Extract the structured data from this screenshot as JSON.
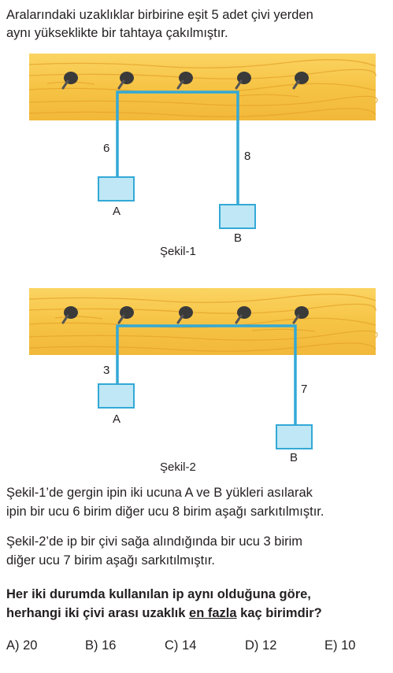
{
  "intro": {
    "line1": "Aralarındaki uzaklıklar birbirine eşit 5 adet çivi yerden",
    "line2": "aynı yükseklikte bir tahtaya çakılmıştır."
  },
  "figure1": {
    "caption": "Şekil-1",
    "left_length": "6",
    "right_length": "8",
    "left_weight": "A",
    "right_weight": "B"
  },
  "figure2": {
    "caption": "Şekil-2",
    "left_length": "3",
    "right_length": "7",
    "left_weight": "A",
    "right_weight": "B"
  },
  "paragraph1": {
    "line1": "Şekil-1’de gergin ipin iki ucuna A ve B yükleri asılarak",
    "line2": "ipin bir ucu 6 birim diğer ucu 8 birim aşağı sarkıtılmıştır."
  },
  "paragraph2": {
    "line1": "Şekil-2’de ip bir çivi sağa alındığında bir ucu 3 birim",
    "line2": "diğer ucu 7 birim aşağı sarkıtılmıştır."
  },
  "question": {
    "line1": "Her iki durumda kullanılan ip aynı olduğuna göre,",
    "line2_before": "herhangi iki çivi arası uzaklık ",
    "line2_underlined": "en fazla",
    "line2_after": " kaç birimdir?"
  },
  "choices": [
    {
      "letter": "A)",
      "value": "20"
    },
    {
      "letter": "B)",
      "value": "16"
    },
    {
      "letter": "C)",
      "value": "14"
    },
    {
      "letter": "D)",
      "value": "12"
    },
    {
      "letter": "E)",
      "value": "10"
    }
  ],
  "colors": {
    "wood": "#f7c64a",
    "wood_grain": "#eaa92e",
    "rope": "#33a9d6",
    "weight_fill": "#bfe7f5",
    "nail": "#3a3a3a"
  }
}
